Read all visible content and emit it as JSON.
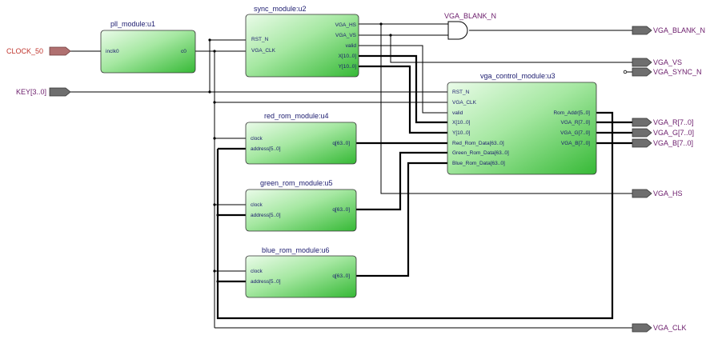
{
  "modules": {
    "pll": {
      "title": "pll_module:u1",
      "ports_in": [
        "inclk0"
      ],
      "ports_out": [
        "c0"
      ]
    },
    "sync": {
      "title": "sync_module:u2",
      "ports_in": [
        "RST_N",
        "VGA_CLK"
      ],
      "ports_out": [
        "VGA_HS",
        "VGA_VS",
        "valid",
        "X[10..0]",
        "Y[10..0]"
      ]
    },
    "ctrl": {
      "title": "vga_control_module:u3",
      "ports_in": [
        "RST_N",
        "VGA_CLK",
        "valid",
        "X[10..0]",
        "Y[10..0]",
        "Red_Rom_Data[63..0]",
        "Green_Rom_Data[63..0]",
        "Blue_Rom_Data[63..0]"
      ],
      "ports_out": [
        "Rom_Addr[5..0]",
        "VGA_R[7..0]",
        "VGA_G[7..0]",
        "VGA_B[7..0]"
      ]
    },
    "red": {
      "title": "red_rom_module:u4",
      "ports_in": [
        "clock",
        "address[5..0]"
      ],
      "ports_out": [
        "q[63..0]"
      ]
    },
    "green": {
      "title": "green_rom_module:u5",
      "ports_in": [
        "clock",
        "address[5..0]"
      ],
      "ports_out": [
        "q[63..0]"
      ]
    },
    "blue": {
      "title": "blue_rom_module:u6",
      "ports_in": [
        "clock",
        "address[5..0]"
      ],
      "ports_out": [
        "q[63..0]"
      ]
    }
  },
  "gate": {
    "label": "VGA_BLANK_N"
  },
  "inputs": {
    "clock": "CLOCK_50",
    "key": "KEY[3..0]"
  },
  "outputs": {
    "blank": "VGA_BLANK_N",
    "vs": "VGA_VS",
    "sync": "VGA_SYNC_N",
    "r": "VGA_R[7..0]",
    "g": "VGA_G[7..0]",
    "b": "VGA_B[7..0]",
    "hs": "VGA_HS",
    "clk": "VGA_CLK"
  },
  "colors": {
    "module_light": "#eafbe9",
    "module_dark": "#3fc13f",
    "pin_gray": "#6e6e6e",
    "pin_red": "#b07070",
    "wire": "#000000"
  }
}
